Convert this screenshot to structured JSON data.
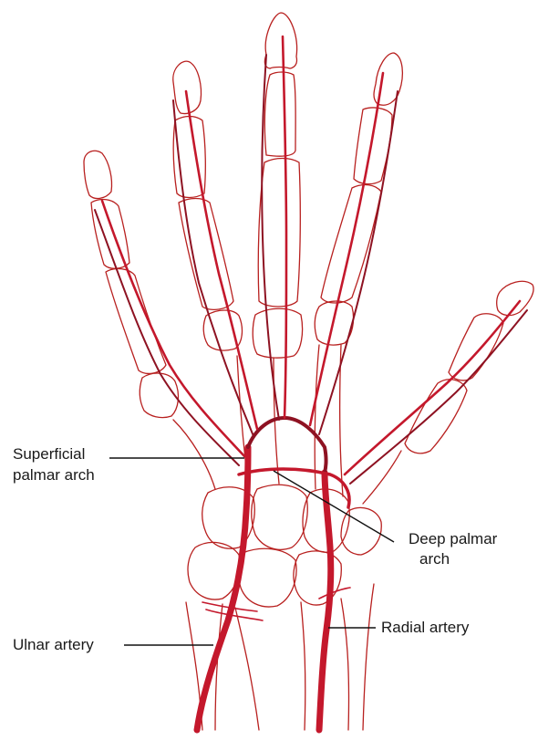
{
  "labels": {
    "superficial_palmar_arch": [
      "Superficial",
      "palmar arch"
    ],
    "deep_palmar_arch": [
      "Deep palmar",
      "arch"
    ],
    "ulnar_artery": "Ulnar artery",
    "radial_artery": "Radial artery"
  },
  "colors": {
    "bone_outline": "#b8201f",
    "artery": "#c4182c",
    "artery_dark": "#8e1222",
    "label_text": "#1a1a1a",
    "leader_line": "#111111",
    "background": "#ffffff"
  }
}
